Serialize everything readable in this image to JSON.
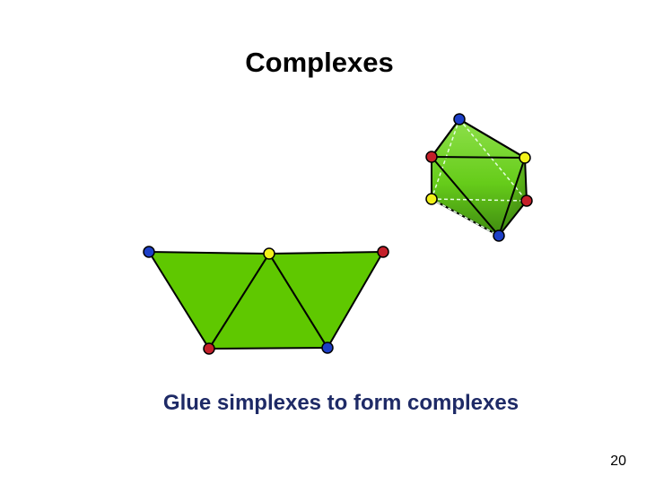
{
  "slide": {
    "title": "Complexes",
    "caption": "Glue simplexes to form complexes",
    "page_number": "20"
  },
  "colors": {
    "fill_green": "#5fc800",
    "fill_green_light": "#8ee04a",
    "fill_green_dark": "#3f8a10",
    "edge": "#000000",
    "hidden_edge": "#e6ffe0",
    "vertex_red": "#c4202a",
    "vertex_blue": "#1d3fc7",
    "vertex_yellow": "#f2f21a",
    "caption_color": "#1e2a66"
  },
  "diagram": {
    "flat_complex": {
      "triangles": 3,
      "vertex_colors": [
        "blue",
        "yellow",
        "red",
        "red",
        "blue"
      ]
    },
    "octahedron": {
      "vertex_colors": [
        "blue",
        "red",
        "yellow",
        "yellow",
        "red",
        "blue"
      ]
    }
  }
}
